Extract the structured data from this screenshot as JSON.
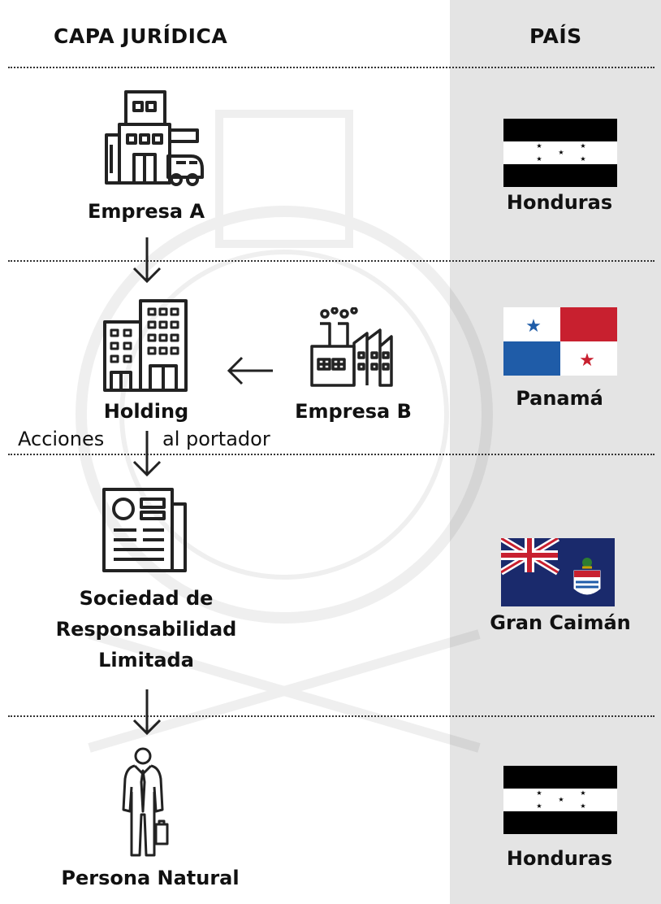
{
  "header": {
    "left_title": "CAPA JURÍDICA",
    "right_title": "PAÍS"
  },
  "layers": {
    "empresa_a": "Empresa A",
    "holding": "Holding",
    "empresa_b": "Empresa B",
    "acciones_left": "Acciones",
    "acciones_right": "al portador",
    "srl_line1": "Sociedad de",
    "srl_line2": "Responsabilidad",
    "srl_line3": "Limitada",
    "persona": "Persona Natural"
  },
  "countries": {
    "row1": "Honduras",
    "row2": "Panamá",
    "row3": "Gran Caimán",
    "row4": "Honduras"
  },
  "colors": {
    "country_column_bg": "#e4e4e4",
    "panama_blue": "#1f5ca8",
    "panama_red": "#c8202f",
    "cayman_blue": "#1a2a6c"
  },
  "icons": [
    "office-building-truck-icon",
    "arrow-down-icon",
    "buildings-icon",
    "arrow-left-icon",
    "factory-icon",
    "newspaper-document-icon",
    "businessman-icon",
    "honduras-flag",
    "panama-flag",
    "cayman-islands-flag"
  ]
}
